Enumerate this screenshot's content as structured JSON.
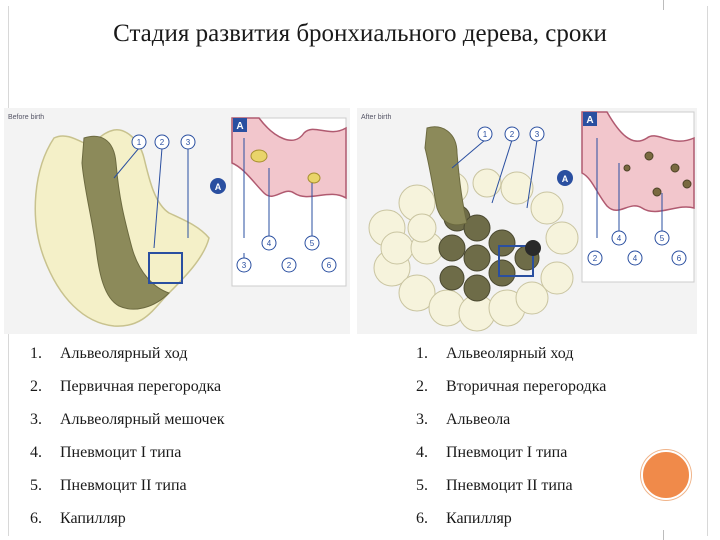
{
  "title": "Стадия развития бронхиального дерева, сроки",
  "figure": {
    "left_label": "Before birth",
    "right_label": "After birth",
    "inset_letter": "A",
    "markers": [
      "1",
      "2",
      "3",
      "4",
      "5",
      "6"
    ]
  },
  "left_list": [
    {
      "num": "1.",
      "text": "Альвеолярный ход"
    },
    {
      "num": "2.",
      "text": "Первичная перегородка"
    },
    {
      "num": "3.",
      "text": "Альвеолярный мешочек"
    },
    {
      "num": "4.",
      "text": "Пневмоцит I типа"
    },
    {
      "num": "5.",
      "text": "Пневмоцит II типа"
    },
    {
      "num": "6.",
      "text": "Капилляр"
    }
  ],
  "right_list": [
    {
      "num": "1.",
      "text": "Альвеолярный ход"
    },
    {
      "num": "2.",
      "text": "Вторичная перегородка"
    },
    {
      "num": "3.",
      "text": "Альвеола"
    },
    {
      "num": "4.",
      "text": "Пневмоцит I типа"
    },
    {
      "num": "5.",
      "text": "Пневмоцит II типа"
    },
    {
      "num": "6.",
      "text": "Капилляр"
    }
  ],
  "colors": {
    "accent_circle": "#f08a4a",
    "tissue_cream": "#f4f0c8",
    "duct_olive": "#8c8a5a",
    "inset_pink": "#f2c6cc",
    "frame_blue": "#2a4fa0"
  }
}
